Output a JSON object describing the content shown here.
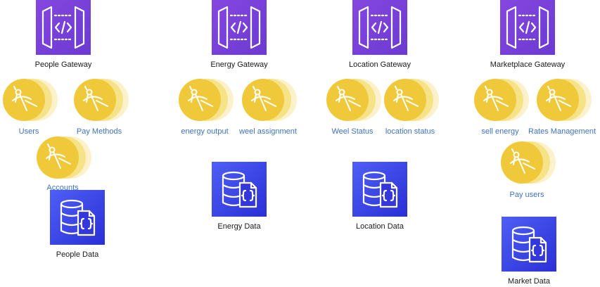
{
  "gateways": [
    {
      "label": "People Gateway",
      "icon": "api-gateway-icon"
    },
    {
      "label": "Energy Gateway",
      "icon": "api-gateway-icon"
    },
    {
      "label": "Location Gateway",
      "icon": "api-gateway-icon"
    },
    {
      "label": "Marketplace Gateway",
      "icon": "api-gateway-icon"
    }
  ],
  "functions": [
    {
      "label": "Users",
      "icon": "lambda-function-icon"
    },
    {
      "label": "Pay Methods",
      "icon": "lambda-function-icon"
    },
    {
      "label": "Accounts",
      "icon": "lambda-function-icon"
    },
    {
      "label": "energy output",
      "icon": "lambda-function-icon"
    },
    {
      "label": "weel assignment",
      "icon": "lambda-function-icon"
    },
    {
      "label": "Weel Status",
      "icon": "lambda-function-icon"
    },
    {
      "label": "location status",
      "icon": "lambda-function-icon"
    },
    {
      "label": "sell energy",
      "icon": "lambda-function-icon"
    },
    {
      "label": "Rates Management",
      "icon": "lambda-function-icon"
    },
    {
      "label": "Pay users",
      "icon": "lambda-function-icon"
    }
  ],
  "databases": [
    {
      "label": "People Data",
      "icon": "database-icon"
    },
    {
      "label": "Energy Data",
      "icon": "database-icon"
    },
    {
      "label": "Location Data",
      "icon": "database-icon"
    },
    {
      "label": "Market Data",
      "icon": "database-icon"
    }
  ],
  "colors": {
    "gateway": "#7c44dc",
    "database": "#3b44e6",
    "function": "#f2cd3a",
    "function_label": "#3f73b8",
    "node_label": "#1a1a1a"
  }
}
